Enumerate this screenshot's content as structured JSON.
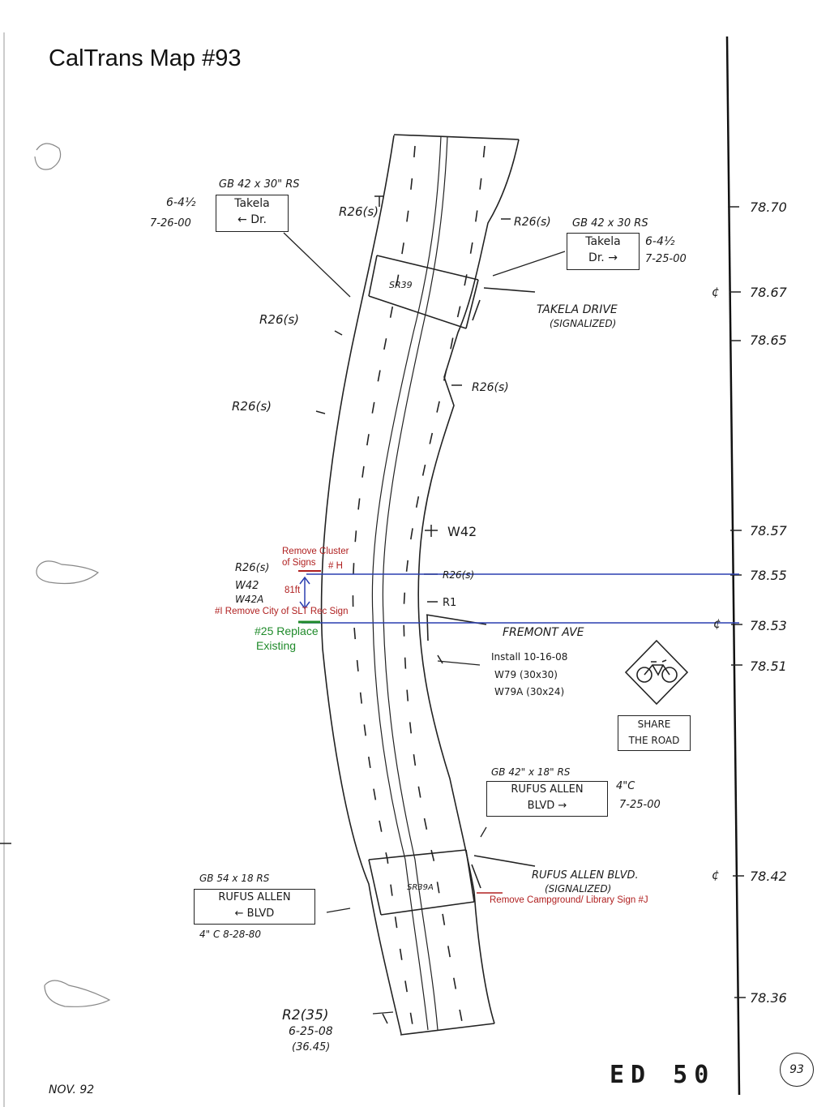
{
  "title": "CalTrans Map #93",
  "postmiles": [
    "78.70",
    "78.67",
    "78.65",
    "78.57",
    "78.55",
    "78.53",
    "78.51",
    "78.42",
    "78.36"
  ],
  "signs": {
    "takela_left": {
      "spec": "GB  42 x 30\" RS",
      "line1": "Takela",
      "line2": "← Dr.",
      "size": "6-4½",
      "date": "7-26-00"
    },
    "takela_right": {
      "spec": "GB  42 x 30  RS",
      "line1": "Takela",
      "line2": "Dr.  →",
      "size": "6-4½",
      "date": "7-25-00"
    },
    "rufus_right": {
      "spec": "GB  42\" x 18\"  RS",
      "line1": "RUFUS  ALLEN",
      "line2": "BLVD  →",
      "size": "4\"C",
      "date": "7-25-00"
    },
    "rufus_left": {
      "spec": "GB  54 x 18   RS",
      "line1": "RUFUS ALLEN",
      "line2": "←   BLVD",
      "size": "4\" C  8-28-80"
    },
    "share_road": {
      "line1": "SHARE",
      "line2": "THE ROAD"
    }
  },
  "labels": {
    "r26_a": "R26(s)",
    "r26_b": "R26(s)",
    "r26_c": "R26(s)",
    "r26_d": "R26(s)",
    "r26_e": "R26(s)",
    "r26_f": "R26(s)",
    "r26_g": "R26(s)",
    "w42": "W42",
    "w42_left": "W42",
    "w42a_left": "W42A",
    "r1": "R1",
    "takela_drive": "TAKELA DRIVE",
    "takela_signal": "(SIGNALIZED)",
    "fremont": "FREMONT AVE",
    "install_1": "Install  10-16-08",
    "install_2": "W79   (30x30)",
    "install_3": "W79A  (30x24)",
    "rufus_blvd": "RUFUS ALLEN BLVD.",
    "rufus_signal": "(SIGNALIZED)",
    "sr39": "SR39",
    "sr39a": "SR39A",
    "r2_1": "R2(35)",
    "r2_2": "6-25-08",
    "r2_3": "(36.45)",
    "nov": "NOV. 92"
  },
  "annotations": {
    "remove_cluster_1": "Remove Cluster",
    "remove_cluster_2": "of Signs",
    "h_tag": "# H",
    "distance": "81ft",
    "remove_slt": "#I Remove City of SLT Rec Sign",
    "replace_1": "#25 Replace",
    "replace_2": "Existing",
    "remove_camp": "Remove Campground/ Library Sign #J"
  },
  "footer": {
    "code": "ED 50",
    "page": "93"
  },
  "colors": {
    "ink": "#1a1a1a",
    "red": "#b02020",
    "green": "#1f8a2a",
    "blue": "#2a3fb0"
  }
}
